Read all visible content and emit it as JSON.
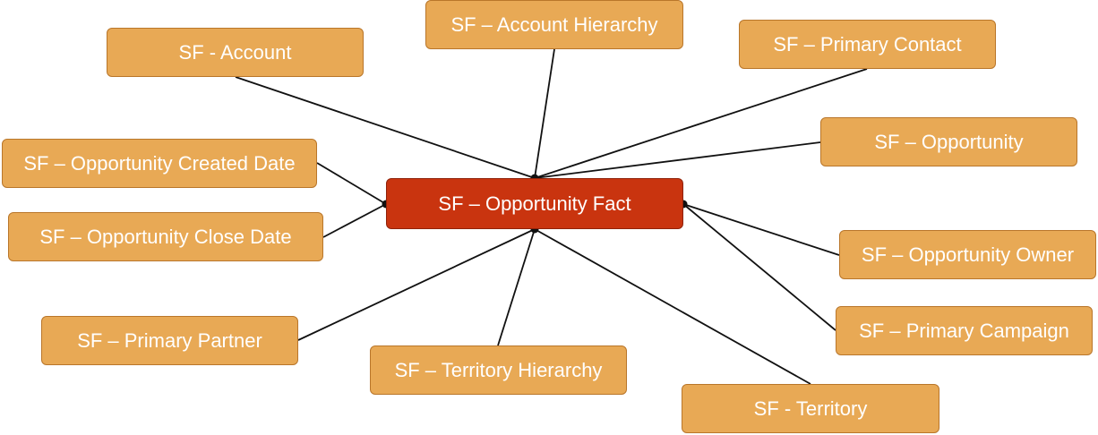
{
  "diagram": {
    "center": {
      "label": "SF – Opportunity Fact",
      "color": "#c9340f"
    },
    "nodes": {
      "account": "SF - Account",
      "account_hierarchy": "SF – Account Hierarchy",
      "primary_contact": "SF – Primary Contact",
      "opportunity": "SF – Opportunity",
      "opportunity_created_date": "SF – Opportunity Created Date",
      "opportunity_close_date": "SF – Opportunity Close Date",
      "opportunity_owner": "SF – Opportunity Owner",
      "primary_campaign": "SF – Primary Campaign",
      "primary_partner": "SF – Primary Partner",
      "territory_hierarchy": "SF – Territory Hierarchy",
      "territory": "SF - Territory"
    },
    "node_color": "#e8a955",
    "connector_color": "#111111"
  }
}
